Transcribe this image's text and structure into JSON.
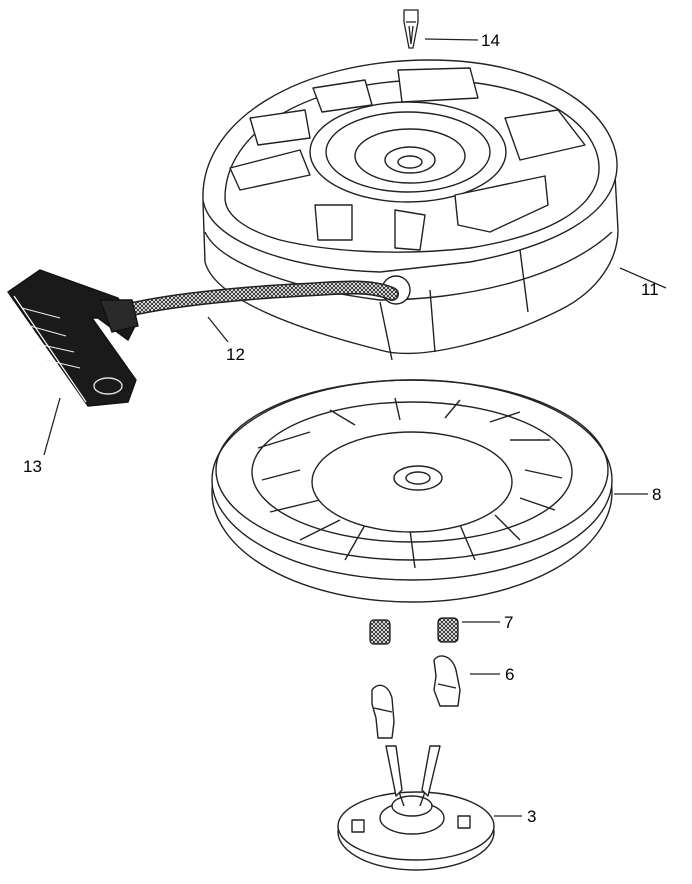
{
  "diagram": {
    "type": "exploded-parts-diagram",
    "callouts": {
      "14": "14",
      "11": "11",
      "12": "12",
      "13": "13",
      "8": "8",
      "7": "7",
      "6": "6",
      "3": "3"
    }
  }
}
